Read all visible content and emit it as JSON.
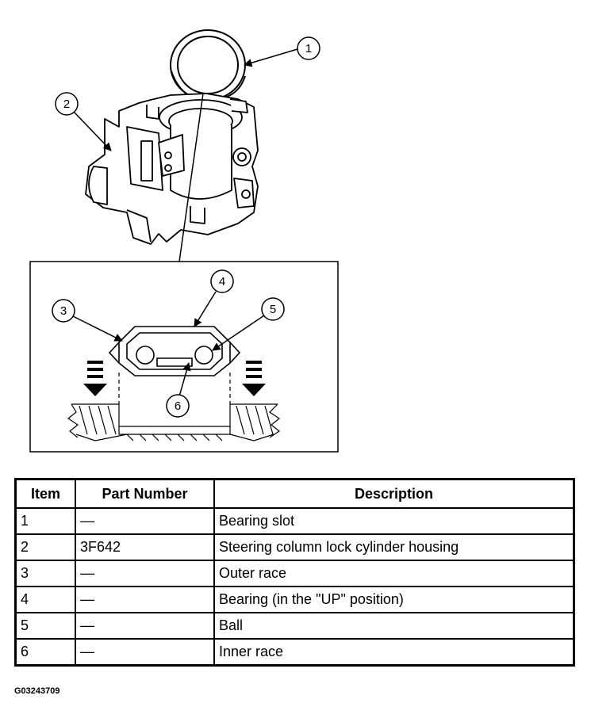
{
  "callouts": [
    "1",
    "2",
    "3",
    "4",
    "5",
    "6"
  ],
  "table": {
    "headers": {
      "item": "Item",
      "part_number": "Part Number",
      "description": "Description"
    },
    "rows": [
      {
        "item": "1",
        "part_number": "—",
        "description": "Bearing slot"
      },
      {
        "item": "2",
        "part_number": "3F642",
        "description": "Steering column lock cylinder housing"
      },
      {
        "item": "3",
        "part_number": "—",
        "description": "Outer race"
      },
      {
        "item": "4",
        "part_number": "—",
        "description": "Bearing (in the \"UP\" position)"
      },
      {
        "item": "5",
        "part_number": "—",
        "description": "Ball"
      },
      {
        "item": "6",
        "part_number": "—",
        "description": "Inner race"
      }
    ]
  },
  "figure_id": "G03243709"
}
